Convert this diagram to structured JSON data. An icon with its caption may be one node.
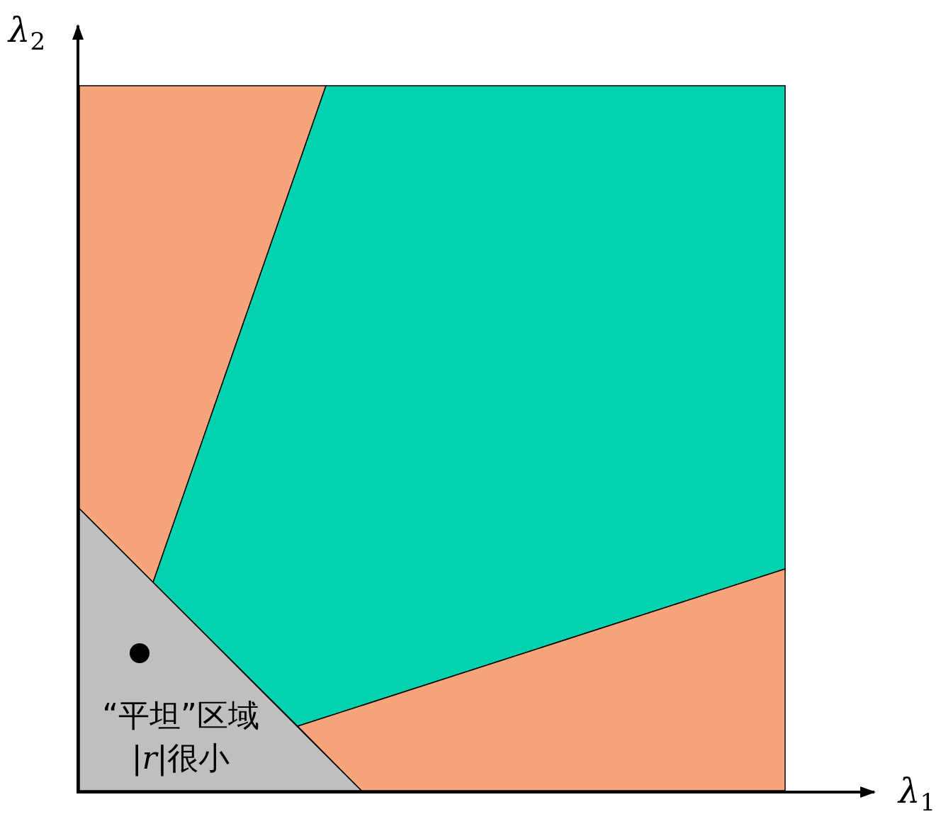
{
  "diagram": {
    "nodes": [
      {
        "text": [
          "“平坦”区域 |*r*|很小"
        ]
      }
    ],
    "labels": [
      "λ$_{2}$",
      "λ$_{1}$"
    ]
  }
}
